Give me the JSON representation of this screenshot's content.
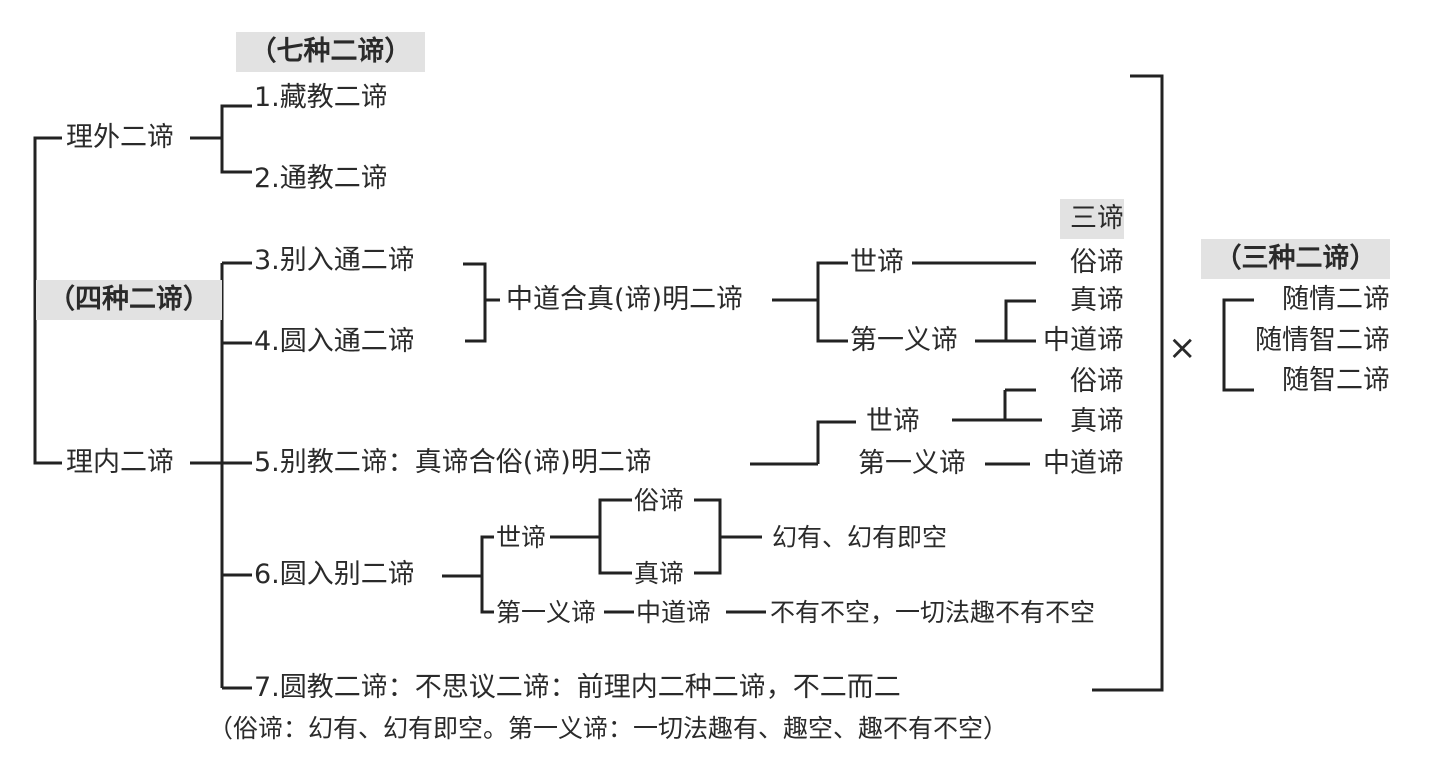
{
  "headers": {
    "seven": "（七种二谛）",
    "four": "（四种二谛）",
    "three_truths": "三谛",
    "three_kinds": "（三种二谛）"
  },
  "level1": {
    "outer": "理外二谛",
    "inner": "理内二谛"
  },
  "items": [
    "1.藏教二谛",
    "2.通教二谛",
    "3.别入通二谛",
    "4.圆入通二谛",
    "5.别教二谛：真谛合俗(谛)明二谛",
    "6.圆入别二谛",
    "7.圆教二谛：不思议二谛：前理内二种二谛，不二而二"
  ],
  "note": "（俗谛：幻有、幻有即空。第一义谛：一切法趣有、趣空、趣不有不空）",
  "group34": {
    "merged": "中道合真(谛)明二谛",
    "worldly": "世谛",
    "ultimate": "第一义谛",
    "t_su": "俗谛",
    "t_zhen": "真谛",
    "t_zhong": "中道谛"
  },
  "group5": {
    "worldly": "世谛",
    "ultimate": "第一义谛",
    "t_su": "俗谛",
    "t_zhen": "真谛",
    "t_zhong": "中道谛"
  },
  "group6": {
    "worldly": "世谛",
    "ultimate": "第一义谛",
    "su": "俗谛",
    "zhen": "真谛",
    "zhong": "中道谛",
    "worldly_result": "幻有、幻有即空",
    "ultimate_result": "不有不空，一切法趣不有不空"
  },
  "times_symbol": "×",
  "three_kinds": [
    "随情二谛",
    "随情智二谛",
    "随智二谛"
  ]
}
